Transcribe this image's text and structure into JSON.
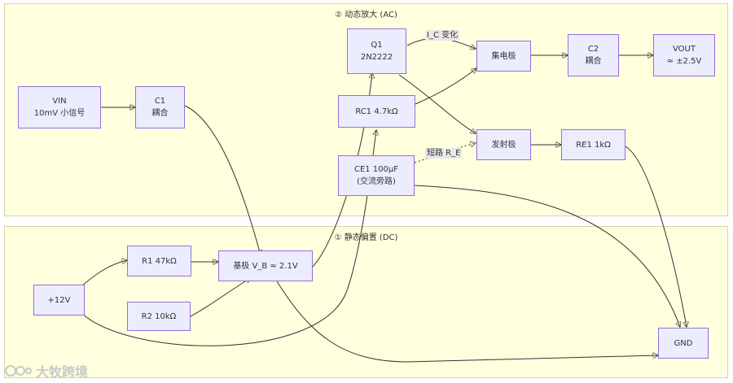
{
  "clusters": {
    "ac": {
      "title": "② 动态放大 (AC)"
    },
    "dc": {
      "title": "① 静态偏置 (DC)"
    }
  },
  "nodes": {
    "vin": {
      "line1": "VIN",
      "line2": "10mV 小信号"
    },
    "c1": {
      "line1": "C1",
      "line2": "耦合"
    },
    "q1": {
      "line1": "Q1",
      "line2": "2N2222"
    },
    "rc1": {
      "line1": "RC1 4.7kΩ"
    },
    "ce1": {
      "line1": "CE1 100μF",
      "line2": "(交流旁路)"
    },
    "collector": {
      "line1": "集电极"
    },
    "emitter": {
      "line1": "发射极"
    },
    "c2": {
      "line1": "C2",
      "line2": "耦合"
    },
    "re1": {
      "line1": "RE1 1kΩ"
    },
    "vout": {
      "line1": "VOUT",
      "line2": "≈ ±2.5V"
    },
    "r1": {
      "line1": "R1 47kΩ"
    },
    "base": {
      "line1": "基极 V_B ≈ 2.1V"
    },
    "vcc": {
      "line1": "+12V"
    },
    "r2": {
      "line1": "R2 10kΩ"
    },
    "gnd": {
      "line1": "GND"
    }
  },
  "edge_labels": {
    "ic_change": "I_C 变化",
    "short_re": "短路 R_E"
  },
  "watermark": {
    "text": "大牧跨境"
  }
}
